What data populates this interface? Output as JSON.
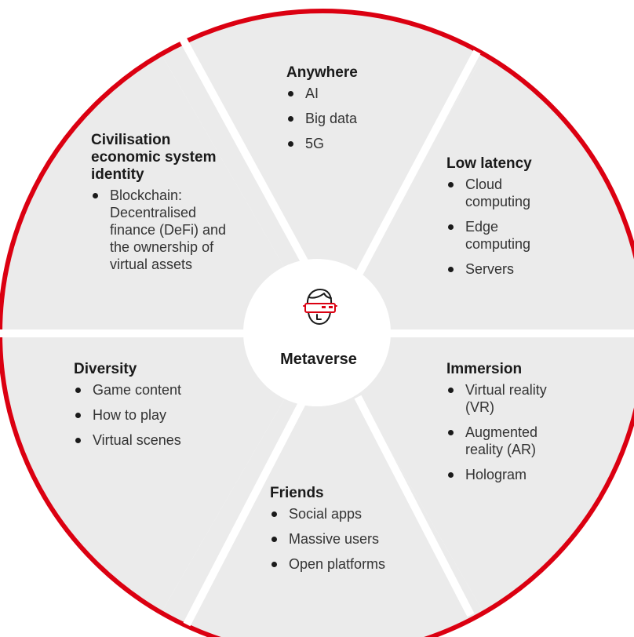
{
  "colors": {
    "ring": "#db0011",
    "segment_fill": "#ebebeb",
    "hub_fill": "#ffffff",
    "divider": "#ffffff"
  },
  "hub": {
    "label": "Metaverse",
    "icon": "vr-headset-person-icon"
  },
  "segments": [
    {
      "id": "anywhere",
      "title": "Anywhere",
      "items": [
        "AI",
        "Big data",
        "5G"
      ]
    },
    {
      "id": "low-latency",
      "title": "Low latency",
      "items": [
        "Cloud computing",
        "Edge computing",
        "Servers"
      ]
    },
    {
      "id": "immersion",
      "title": "Immersion",
      "items": [
        "Virtual reality (VR)",
        "Augmented reality (AR)",
        "Hologram"
      ]
    },
    {
      "id": "friends",
      "title": "Friends",
      "items": [
        "Social apps",
        "Massive users",
        "Open platforms"
      ]
    },
    {
      "id": "diversity",
      "title": "Diversity",
      "items": [
        "Game content",
        "How to play",
        "Virtual scenes"
      ]
    },
    {
      "id": "civilisation",
      "title": "Civilisation economic system identity",
      "items": [
        "Blockchain: Decentralised finance (DeFi) and the ownership of virtual assets"
      ]
    }
  ]
}
